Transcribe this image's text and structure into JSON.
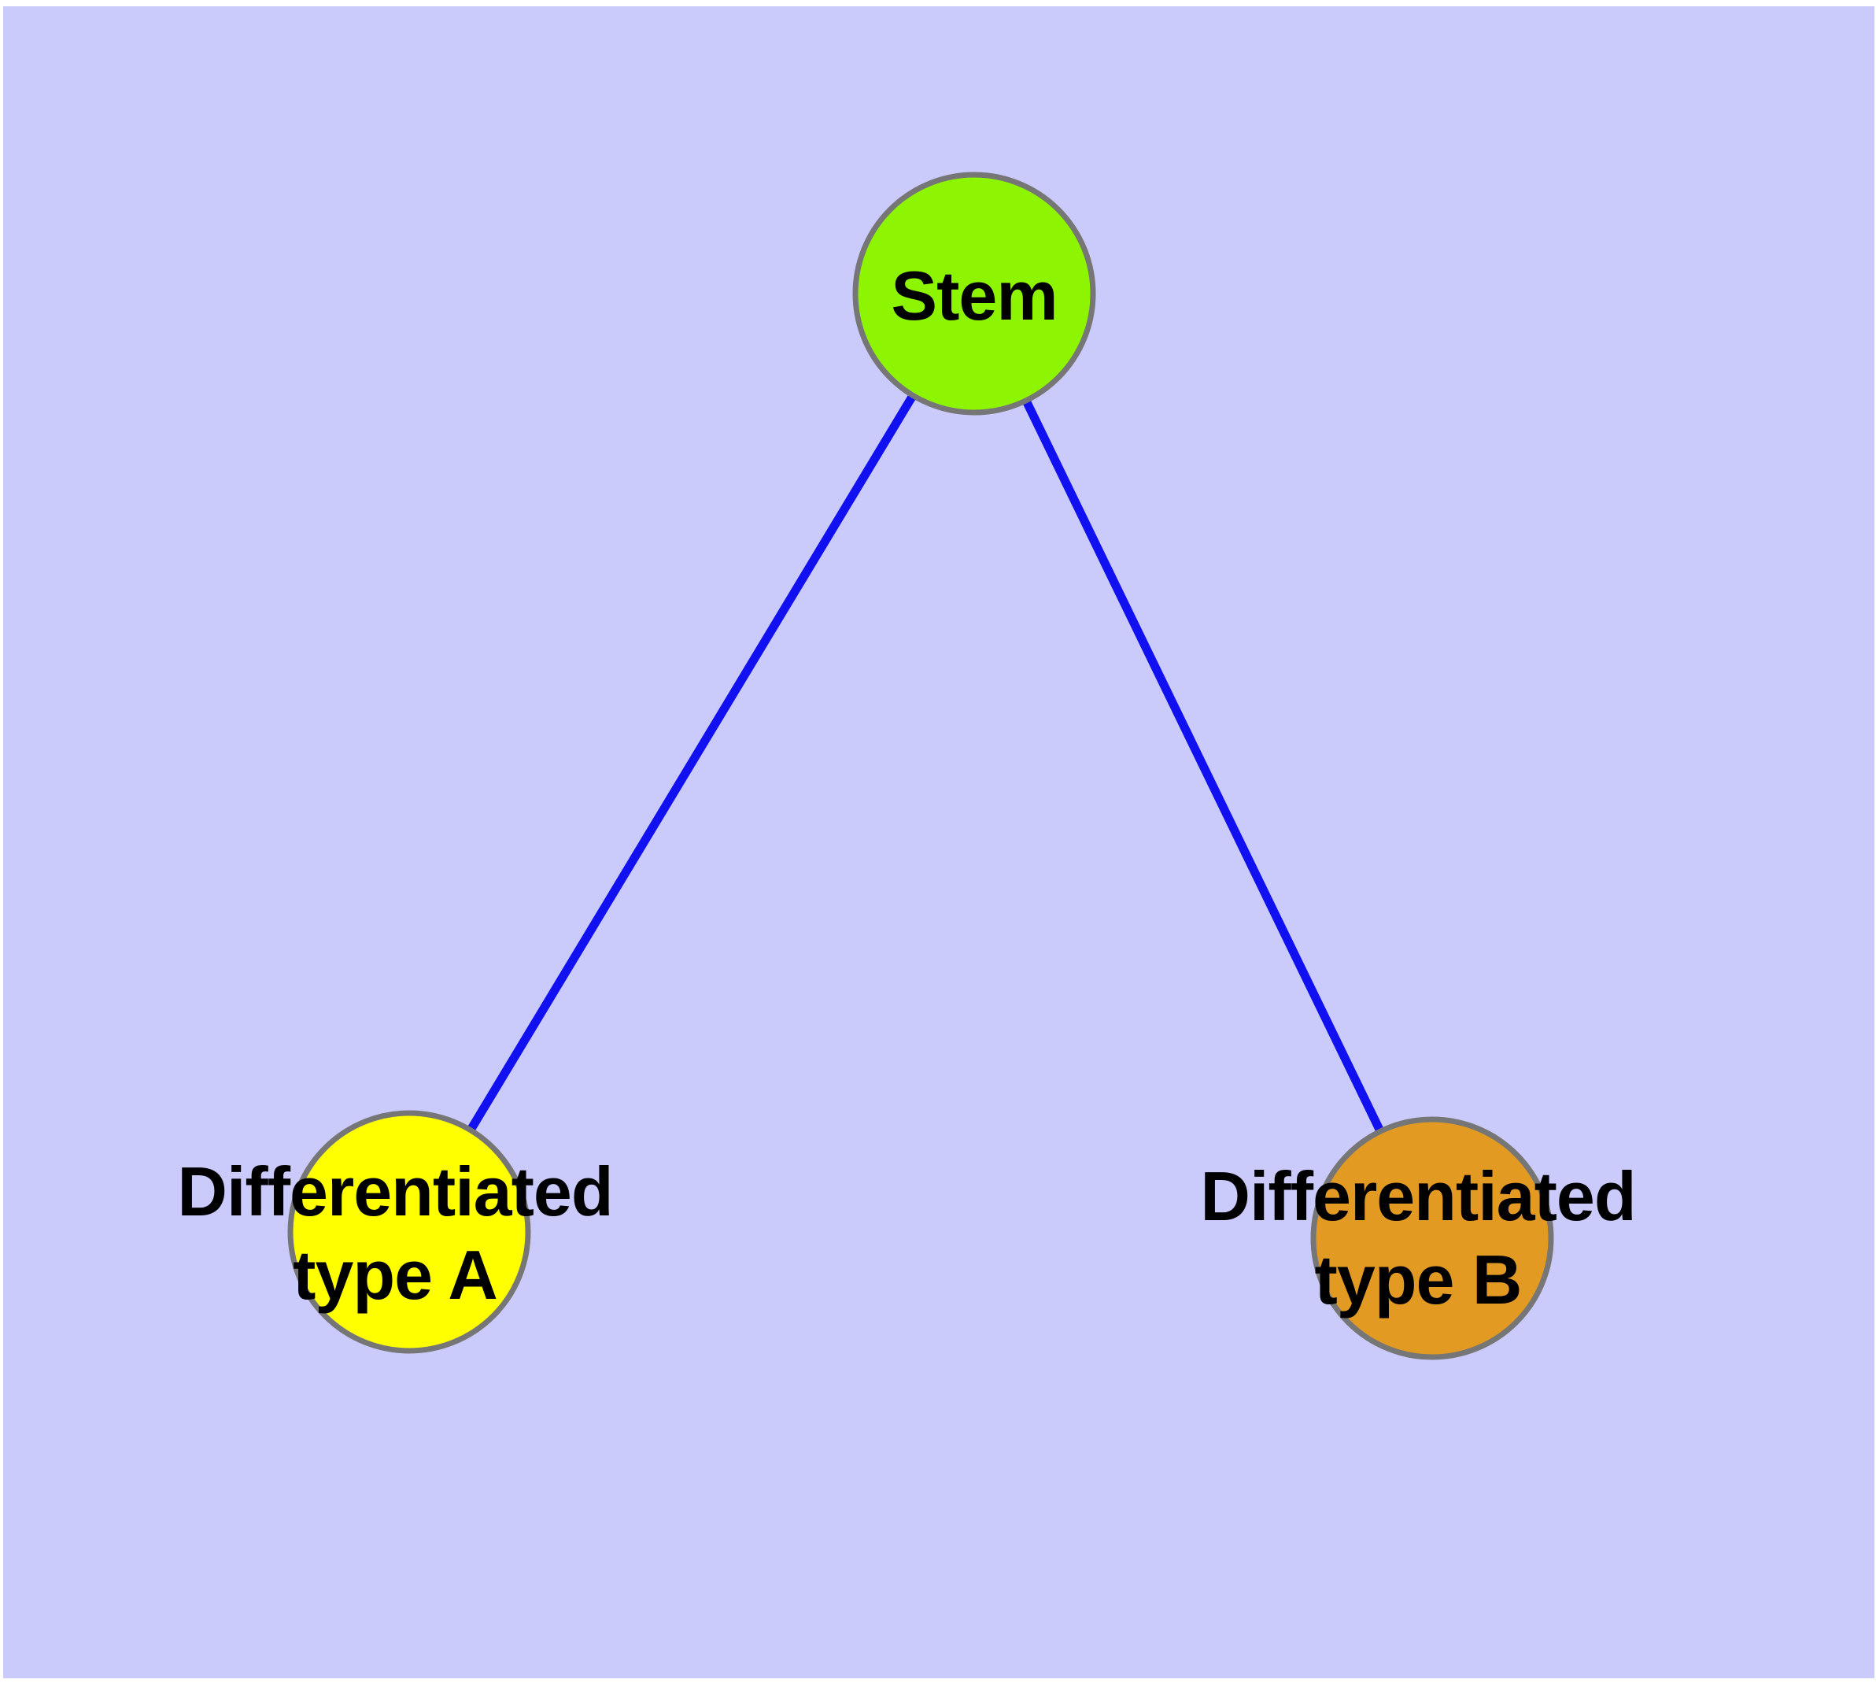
{
  "diagram": {
    "type": "node-link-graph",
    "background_color": "#CBCBFB",
    "edge_color": "#1010F0",
    "node_border_color": "#767676",
    "label_color": "#000000",
    "nodes": [
      {
        "id": "stem",
        "label": "Stem",
        "fill": "#8DF402"
      },
      {
        "id": "differentiated-type-a",
        "label": "Differentiated\ntype A",
        "fill": "#FFFF00"
      },
      {
        "id": "differentiated-type-b",
        "label": "Differentiated\ntype B",
        "fill": "#E29A22"
      }
    ],
    "edges": [
      {
        "from": "Stem",
        "to": "Differentiated type A"
      },
      {
        "from": "Stem",
        "to": "Differentiated type B"
      }
    ]
  }
}
